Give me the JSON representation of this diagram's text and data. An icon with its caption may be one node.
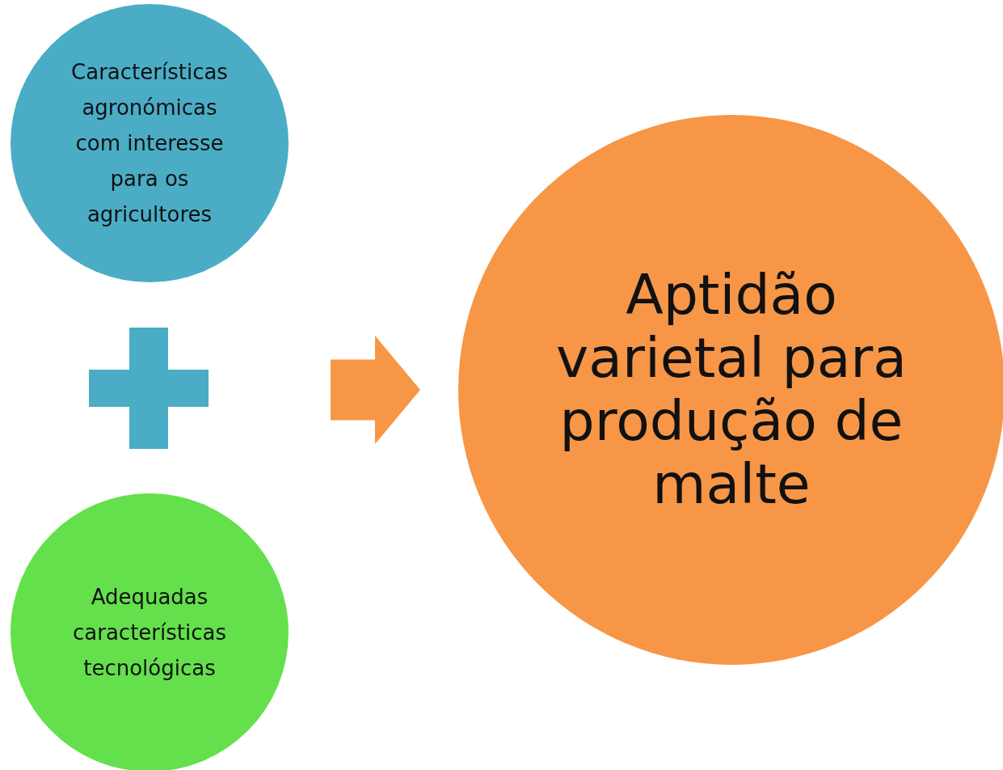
{
  "diagram": {
    "nodes": [
      {
        "text": [
          "Características agronómicas com interesse para os agricultores"
        ]
      },
      {
        "text": [
          "Adequadas características tecnológicas"
        ]
      },
      {
        "text": [
          "Aptidão varietal para produção de malte"
        ]
      }
    ],
    "edges": [
      {
        "from": null,
        "to": 2,
        "arrow": "to"
      }
    ]
  }
}
